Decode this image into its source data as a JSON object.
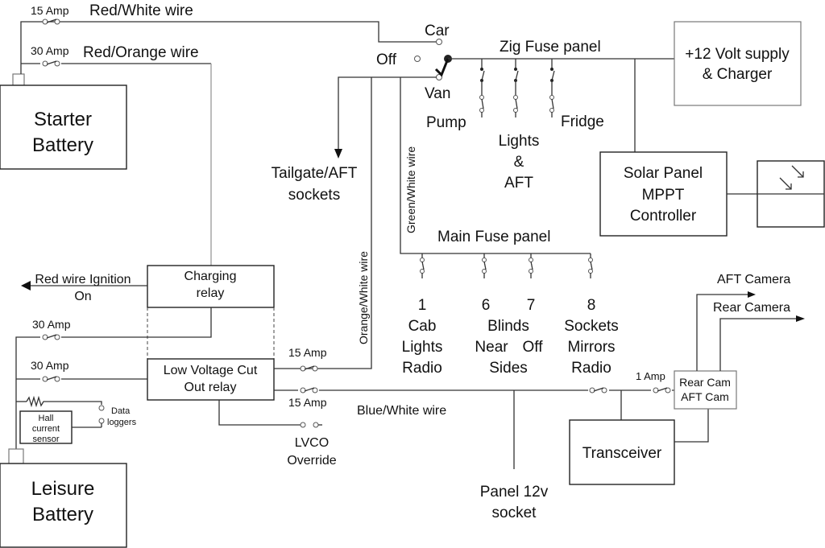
{
  "title": "Campervan 12V wiring diagram",
  "components": {
    "starter_battery": "Starter Battery",
    "leisure_battery": "Leisure Battery",
    "supply_charger": "+12 Volt supply & Charger",
    "solar_controller": "Solar Panel MPPT Controller",
    "charging_relay": "Charging relay",
    "lvco_relay": "Low Voltage Cut Out relay",
    "hall_sensor": "Hall current sensor",
    "transceiver": "Transceiver",
    "cam_box": "Rear Cam AFT Cam"
  },
  "labels": {
    "fuse_15a_top": "15 Amp",
    "red_white_wire": "Red/White wire",
    "fuse_30a_top": "30 Amp",
    "red_orange_wire": "Red/Orange wire",
    "switch_car": "Car",
    "switch_off": "Off",
    "switch_van": "Van",
    "zig_fuse_panel": "Zig Fuse panel",
    "pump": "Pump",
    "lights_aft": [
      "Lights",
      "&",
      "AFT"
    ],
    "fridge": "Fridge",
    "tailgate": [
      "Tailgate/AFT",
      "sockets"
    ],
    "green_white_wire": "Green/White wire",
    "orange_white_wire": "Orange/White wire",
    "main_fuse_panel": "Main Fuse panel",
    "red_wire_ignition": [
      "Red wire Ignition",
      "On"
    ],
    "fuse_30a_mid1": "30 Amp",
    "fuse_30a_mid2": "30 Amp",
    "fuse_15a_lvco1": "15 Amp",
    "fuse_15a_lvco2": "15 Amp",
    "blue_white_wire": "Blue/White wire",
    "lvco_override": [
      "LVCO",
      "Override"
    ],
    "data_loggers": [
      "Data",
      "loggers"
    ],
    "panel_socket": [
      "Panel 12v",
      "socket"
    ],
    "fuse_1a": "1 Amp",
    "aft_camera": "AFT Camera",
    "rear_camera": "Rear Camera"
  },
  "main_fuses": [
    {
      "number": "1",
      "lines": [
        "Cab",
        "Lights",
        "Radio"
      ]
    },
    {
      "number": "6",
      "lines": [
        "Blinds",
        "Near",
        "Sides"
      ]
    },
    {
      "number": "7",
      "lines": [
        "",
        "Off",
        ""
      ]
    },
    {
      "number": "8",
      "lines": [
        "Sockets",
        "Mirrors",
        "Radio"
      ]
    }
  ],
  "icons": {
    "solar_panel": "solar-panel-icon",
    "switch": "rotary-switch-icon",
    "fuse": "fuse-icon"
  }
}
